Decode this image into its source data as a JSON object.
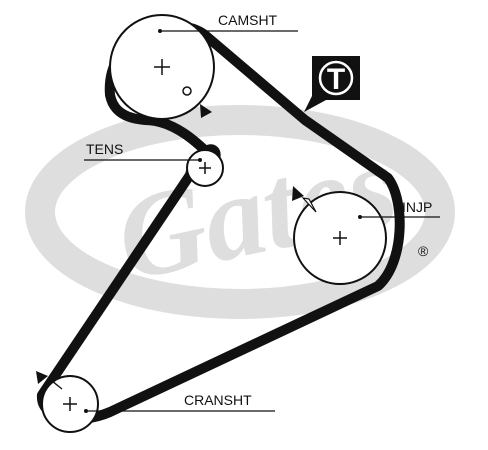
{
  "labels": {
    "camshaft": "CAMSHT",
    "tensioner": "TENS",
    "injection_pump": "INJP",
    "crankshaft": "CRANSHT"
  },
  "badge": {
    "letter": "T"
  },
  "watermark": {
    "text": "Gates",
    "registered": "®",
    "color": "#dcdcdc"
  },
  "colors": {
    "belt": "#111111",
    "pulley": "#111111",
    "badge_bg": "#111111"
  },
  "icons": [
    "rotation-arrow-icon",
    "center-cross-icon",
    "timing-mark-icon"
  ]
}
